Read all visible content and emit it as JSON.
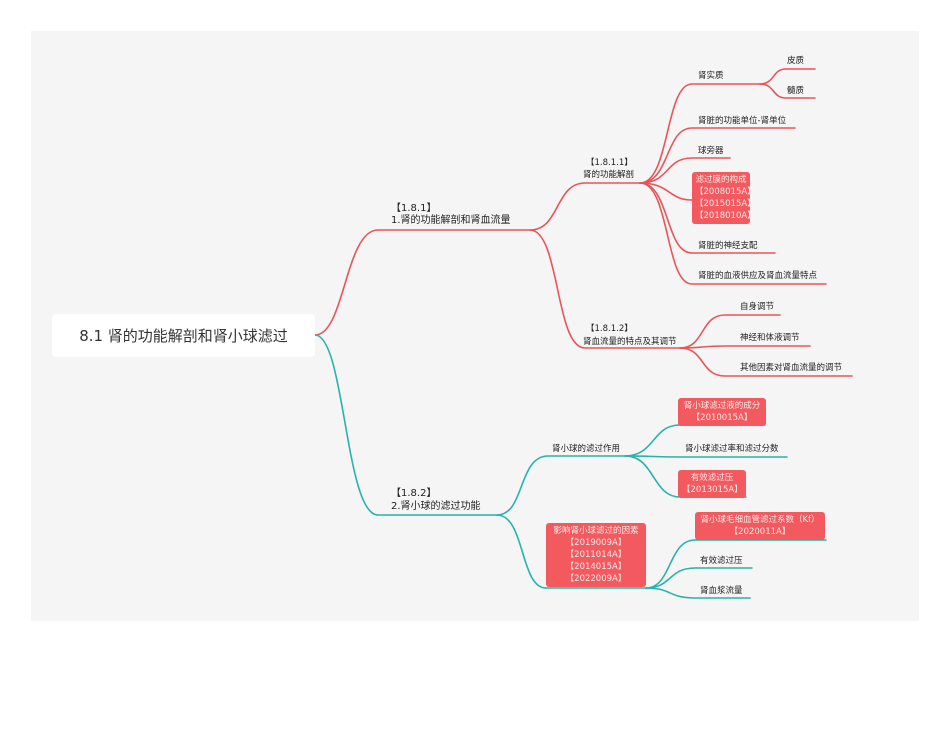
{
  "root": "8.1 肾的功能解剖和肾小球滤过",
  "colors": {
    "red": "#e8545a",
    "teal": "#27b3aa",
    "box": "#f25a5f",
    "canvas": "#f5f5f5"
  },
  "branch_a": {
    "code": "【1.8.1】",
    "title": "1.肾的功能解剖和肾血流量",
    "sub1": {
      "code": "【1.8.1.1】",
      "title": "肾的功能解剖",
      "items": {
        "shishizhi": "肾实质",
        "pizhi": "皮质",
        "suizhi": "髓质",
        "danwei": "肾脏的功能单位-肾单位",
        "qiupangqi": "球旁器",
        "lvguomo": [
          "滤过膜的构成",
          "【2008015A】",
          "【2015015A】",
          "【2018010A】"
        ],
        "shenjing": "肾脏的神经支配",
        "xueye": "肾脏的血液供应及肾血流量特点"
      }
    },
    "sub2": {
      "code": "【1.8.1.2】",
      "title": "肾血流量的特点及其调节",
      "items": {
        "zishen": "自身调节",
        "shenjingtiye": "神经和体液调节",
        "qita": "其他因素对肾血流量的调节"
      }
    }
  },
  "branch_b": {
    "code": "【1.8.2】",
    "title": "2.肾小球的滤过功能",
    "sub1": {
      "title": "肾小球的滤过作用",
      "items": {
        "chengfen": [
          "肾小球滤过液的成分",
          "【2010015A】"
        ],
        "lvguolv": "肾小球滤过率和滤过分数",
        "youxiao": [
          "有效滤过压",
          "【2013015A】"
        ]
      }
    },
    "sub2": {
      "title": [
        "影响肾小球滤过的因素",
        "【2019009A】",
        "【2011014A】",
        "【2014015A】",
        "【2022009A】"
      ],
      "items": {
        "kf": [
          "肾小球毛细血管滤过系数（Kf）",
          "【2020011A】"
        ],
        "youxiao2": "有效滤过压",
        "xuejiang": "肾血浆流量"
      }
    }
  }
}
